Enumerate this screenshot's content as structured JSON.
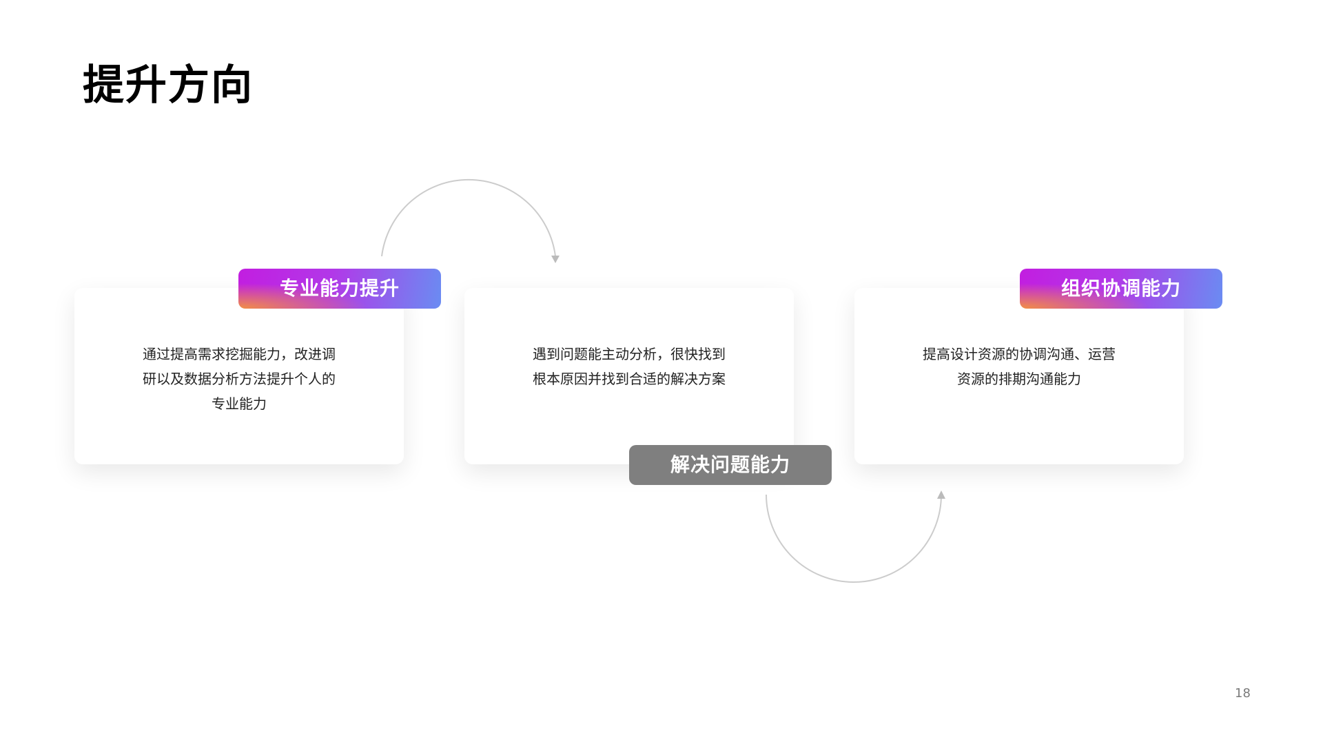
{
  "slide": {
    "title": "提升方向",
    "page_number": "18",
    "cards": [
      {
        "label": "专业能力提升",
        "text": "通过提高需求挖掘能力，改进调研以及数据分析方法提升个人的专业能力"
      },
      {
        "label": "解决问题能力",
        "text": "遇到问题能主动分析，很快找到根本原因并找到合适的解决方案"
      },
      {
        "label": "组织协调能力",
        "text": "提高设计资源的协调沟通、运营资源的排期沟通能力"
      }
    ]
  },
  "colors": {
    "gradient_start": "#c21ee0",
    "gradient_end": "#6a8cf2",
    "gradient_accent": "#f4963c",
    "gray_label": "#7f7f7f",
    "arc_stroke": "#cccccc"
  },
  "icons": {
    "arrow": "arrowhead-icon"
  }
}
